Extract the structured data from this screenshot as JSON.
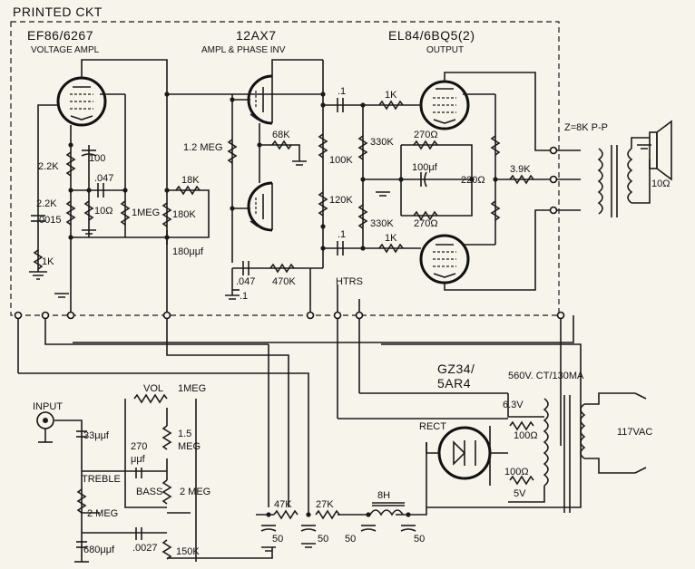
{
  "frame": {
    "title": "PRINTED CKT"
  },
  "tubes": {
    "ef86": {
      "name": "EF86/6267",
      "role": "VOLTAGE AMPL"
    },
    "ax7": {
      "name": "12AX7",
      "role": "AMPL & PHASE INV"
    },
    "el84": {
      "name": "EL84/6BQ5(2)",
      "role": "OUTPUT"
    },
    "gz34": {
      "name_line1": "GZ34/",
      "name_line2": "5AR4",
      "role": "RECT"
    }
  },
  "components": {
    "r_2k2_a": "2.2K",
    "c_100": "100",
    "c_047_a": ".047",
    "r_2k2_b": "2.2K",
    "c_0015": ".0015",
    "r_10ohm_a": "10Ω",
    "r_1meg_a": "1MEG",
    "r_18k": "18K",
    "r_180k": "180K",
    "c_180uuf": "180μμf",
    "r_1k_a": "1K",
    "r_1_2meg": "1.2 MEG",
    "r_68k": "68K",
    "r_100k": "100K",
    "r_120k": "120K",
    "c_047_b": ".047",
    "r_470k": "470K",
    "c_1_a": ".1",
    "c_1_b": ".1",
    "c_1_c": ".1",
    "r_1k_b": "1K",
    "r_1k_c": "1K",
    "r_330k_a": "330K",
    "r_330k_b": "330K",
    "r_270_a": "270Ω",
    "r_270_b": "270Ω",
    "c_100uf": "100μf",
    "r_220": "220Ω",
    "r_3k9": "3.9K",
    "htrs": "HTRS",
    "transformer": "Z=8K P-P",
    "speaker": "10Ω",
    "input": "INPUT",
    "vol": "VOL",
    "r_vol": "1MEG",
    "c_33uuf": "33μμf",
    "r_1_5meg": "1.5",
    "r_1_5meg_b": "MEG",
    "c_270_a": "270",
    "c_270_b": "μμf",
    "treble": "TREBLE",
    "bass": "BASS",
    "r_2meg_bass": "2 MEG",
    "r_2meg_treble": "2 MEG",
    "c_0027": ".0027",
    "c_680uuf": "680μμf",
    "r_150k": "150K",
    "r_47k": "47K",
    "r_27k": "27K",
    "choke": "8H",
    "c_50_a": "50",
    "c_50_b": "50",
    "c_50_c": "50",
    "c_50_d": "50",
    "pt_rating": "560V. CT/130MA",
    "v_6_3": "6.3V",
    "r_100_a": "100Ω",
    "r_100_b": "100Ω",
    "v_5": "5V",
    "mains": "117VAC"
  }
}
